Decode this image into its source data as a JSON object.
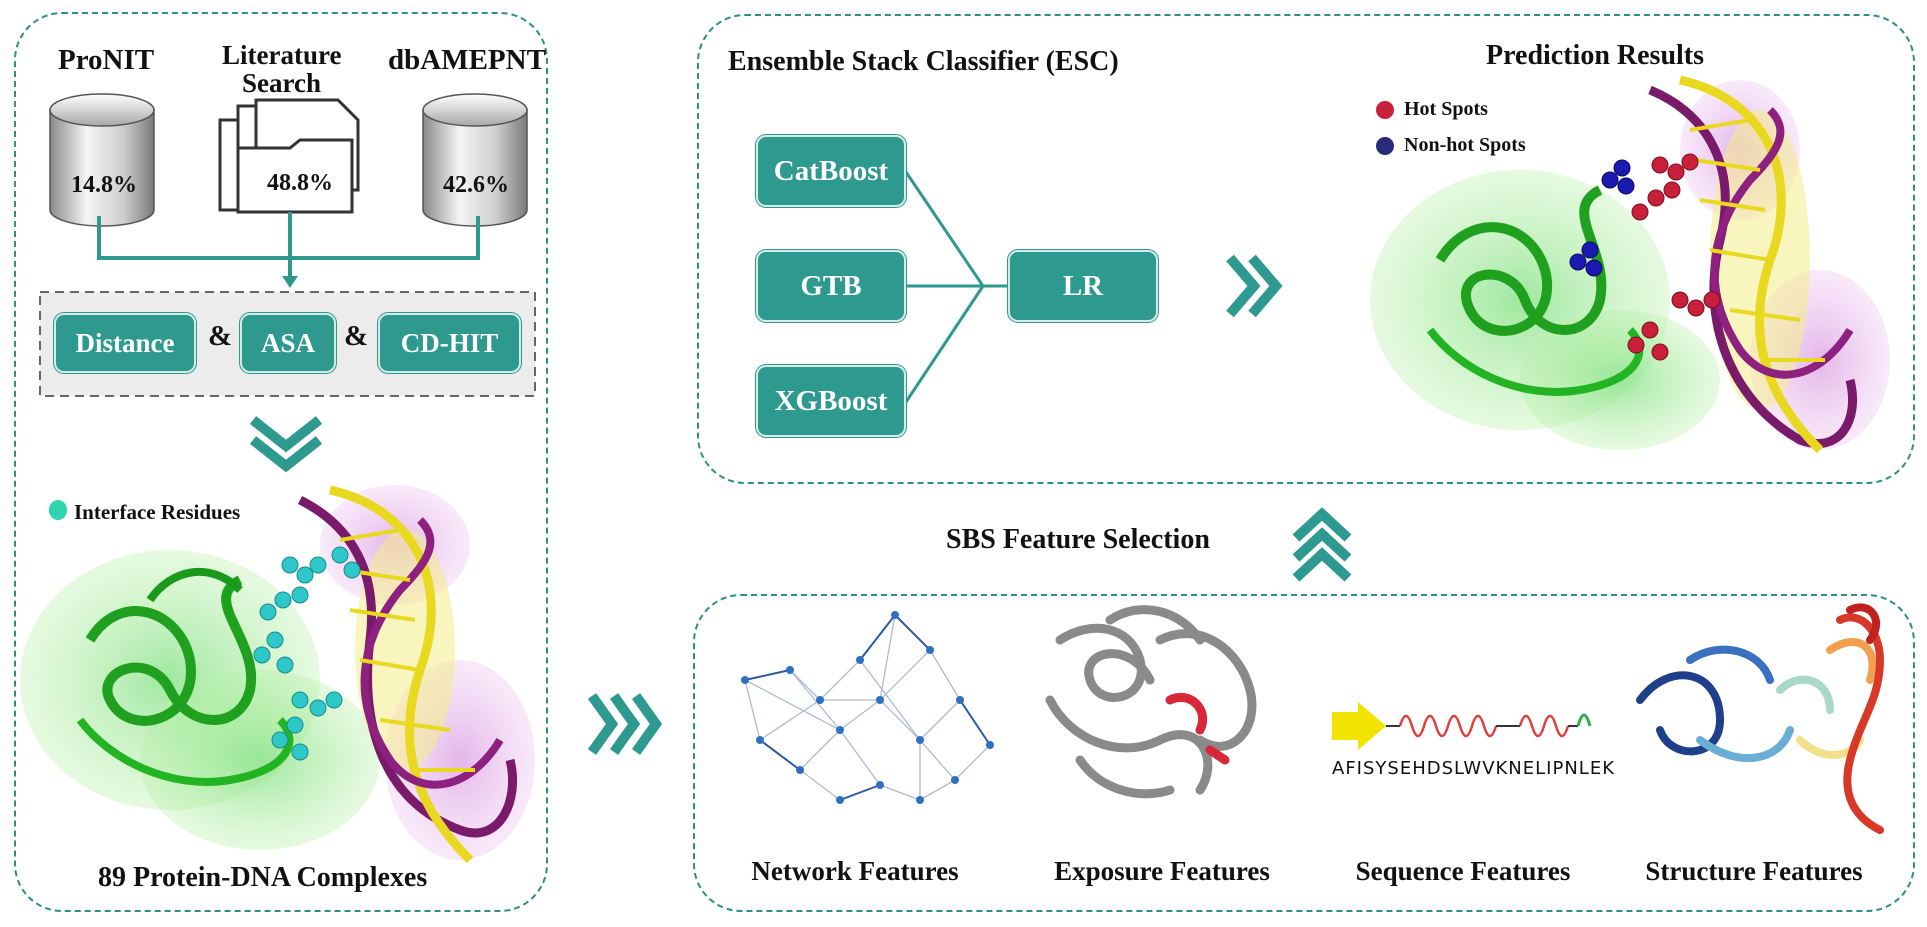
{
  "sources": {
    "pronit": {
      "name": "ProNIT",
      "value": "14.8%"
    },
    "literature": {
      "name_line1": "Literature",
      "name_line2": "Search",
      "value": "48.8%"
    },
    "dbamepnt": {
      "name": "dbAMEPNT",
      "value": "42.6%"
    }
  },
  "filters": {
    "distance": "Distance",
    "amp1": "&",
    "asa": "ASA",
    "amp2": "&",
    "cdhit": "CD-HIT"
  },
  "complex": {
    "legend": "Interface Residues",
    "caption": "89 Protein-DNA Complexes"
  },
  "esc": {
    "title": "Ensemble Stack Classifier (ESC)",
    "models": [
      "CatBoost",
      "GTB",
      "XGBoost"
    ],
    "meta": "LR"
  },
  "prediction": {
    "title": "Prediction Results",
    "legend": [
      {
        "label": "Hot Spots",
        "color": "#c8203a"
      },
      {
        "label": "Non-hot Spots",
        "color": "#2a2a7a"
      }
    ]
  },
  "sbs": {
    "title": "SBS Feature Selection"
  },
  "features": {
    "network": "Network Features",
    "exposure": "Exposure Features",
    "sequence": "Sequence Features",
    "sequence_text": "AFISYSEHDSLWVKNELIPNLEK",
    "structure": "Structure Features"
  },
  "colors": {
    "accent": "#2e9a8f",
    "dashed_border": "#2e8f86",
    "interface_residue": "#2fd3b0",
    "protein": "#22b422",
    "dna_backbone": "#7a1a6a",
    "dna_bases": "#e8d820"
  }
}
